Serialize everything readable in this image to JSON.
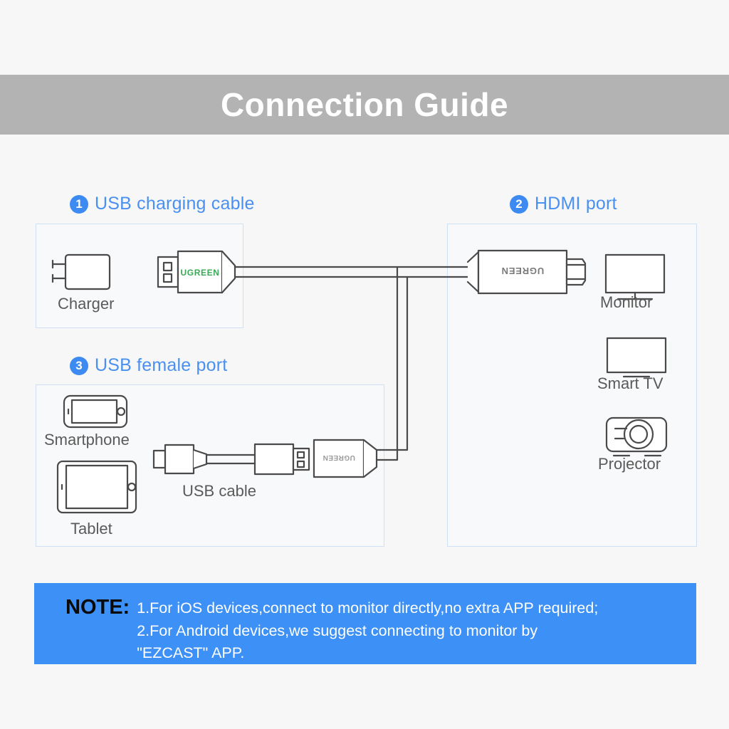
{
  "header": {
    "title": "Connection Guide",
    "bar_color": "#b3b3b3",
    "title_color": "#ffffff"
  },
  "accent": {
    "blue": "#4a90f0",
    "badge_blue": "#3d8bf2",
    "panel_border": "#cfe0f6",
    "note_blue": "#3d90f5",
    "ugreen_green": "#3aa856",
    "line_gray": "#4a4a4a",
    "caption_gray": "#5a5a5a"
  },
  "sections": [
    {
      "number": "1",
      "label": "USB charging cable"
    },
    {
      "number": "2",
      "label": "HDMI port"
    },
    {
      "number": "3",
      "label": "USB female port"
    }
  ],
  "captions": {
    "charger": "Charger",
    "monitor": "Monitor",
    "smart_tv": "Smart TV",
    "projector": "Projector",
    "smartphone": "Smartphone",
    "tablet": "Tablet",
    "usb_cable": "USB cable"
  },
  "brand": {
    "logo_text": "UGREEN"
  },
  "note": {
    "label": "NOTE:",
    "lines": [
      "1.For iOS devices,connect to monitor directly,no extra APP required;",
      "2.For Android devices,we suggest connecting to monitor by",
      "\"EZCAST\" APP."
    ]
  }
}
